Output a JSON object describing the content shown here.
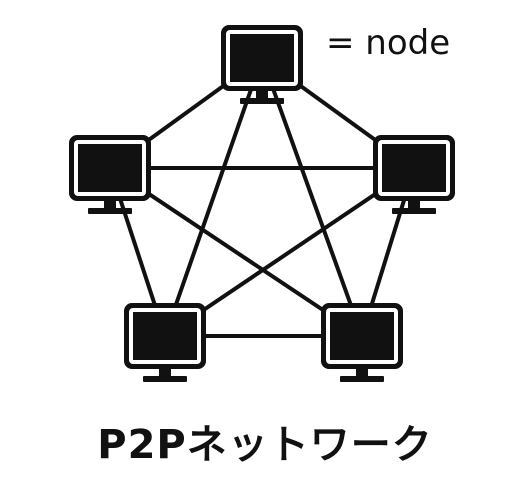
{
  "legend": {
    "text": "= node",
    "icon": "computer-monitor-icon"
  },
  "caption": "P2Pネットワーク",
  "nodes": [
    {
      "id": "top",
      "icon": "computer-monitor-icon"
    },
    {
      "id": "left",
      "icon": "computer-monitor-icon"
    },
    {
      "id": "right",
      "icon": "computer-monitor-icon"
    },
    {
      "id": "bottom-left",
      "icon": "computer-monitor-icon"
    },
    {
      "id": "bottom-right",
      "icon": "computer-monitor-icon"
    }
  ],
  "edges": [
    [
      "top",
      "left"
    ],
    [
      "top",
      "right"
    ],
    [
      "top",
      "bottom-left"
    ],
    [
      "top",
      "bottom-right"
    ],
    [
      "left",
      "right"
    ],
    [
      "left",
      "bottom-left"
    ],
    [
      "left",
      "bottom-right"
    ],
    [
      "right",
      "bottom-left"
    ],
    [
      "right",
      "bottom-right"
    ],
    [
      "bottom-left",
      "bottom-right"
    ]
  ],
  "colors": {
    "ink": "#111111",
    "background": "#ffffff"
  }
}
